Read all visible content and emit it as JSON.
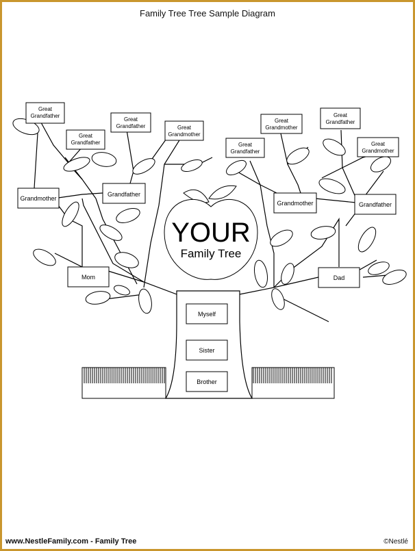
{
  "title": "Family Tree Tree Sample Diagram",
  "center": {
    "big": "YOUR",
    "sub": "Family Tree"
  },
  "boxes": {
    "ggf_left": [
      "Great",
      "Grandfather"
    ],
    "ggf_left2": [
      "Great",
      "Grandfather"
    ],
    "ggf_left3": [
      "Great",
      "Grandfather"
    ],
    "ggm_left": [
      "Great",
      "Grandmother"
    ],
    "ggf_right1": [
      "Great",
      "Grandfather"
    ],
    "ggm_right1": [
      "Great",
      "Grandmother"
    ],
    "ggf_right2": [
      "Great",
      "Grandfather"
    ],
    "ggm_right2": [
      "Great",
      "Grandmother"
    ],
    "grandmother_left": "Grandmother",
    "grandfather_left": "Grandfather",
    "grandmother_right": "Grandmother",
    "grandfather_right": "Grandfather",
    "mom": "Mom",
    "dad": "Dad",
    "myself": "Myself",
    "sister": "Sister",
    "brother": "Brother"
  },
  "footer": {
    "left": "www.NestleFamily.com - Family Tree",
    "right": "©Nestlé"
  },
  "colors": {
    "frame": "#c9962e",
    "ink": "#000000"
  }
}
